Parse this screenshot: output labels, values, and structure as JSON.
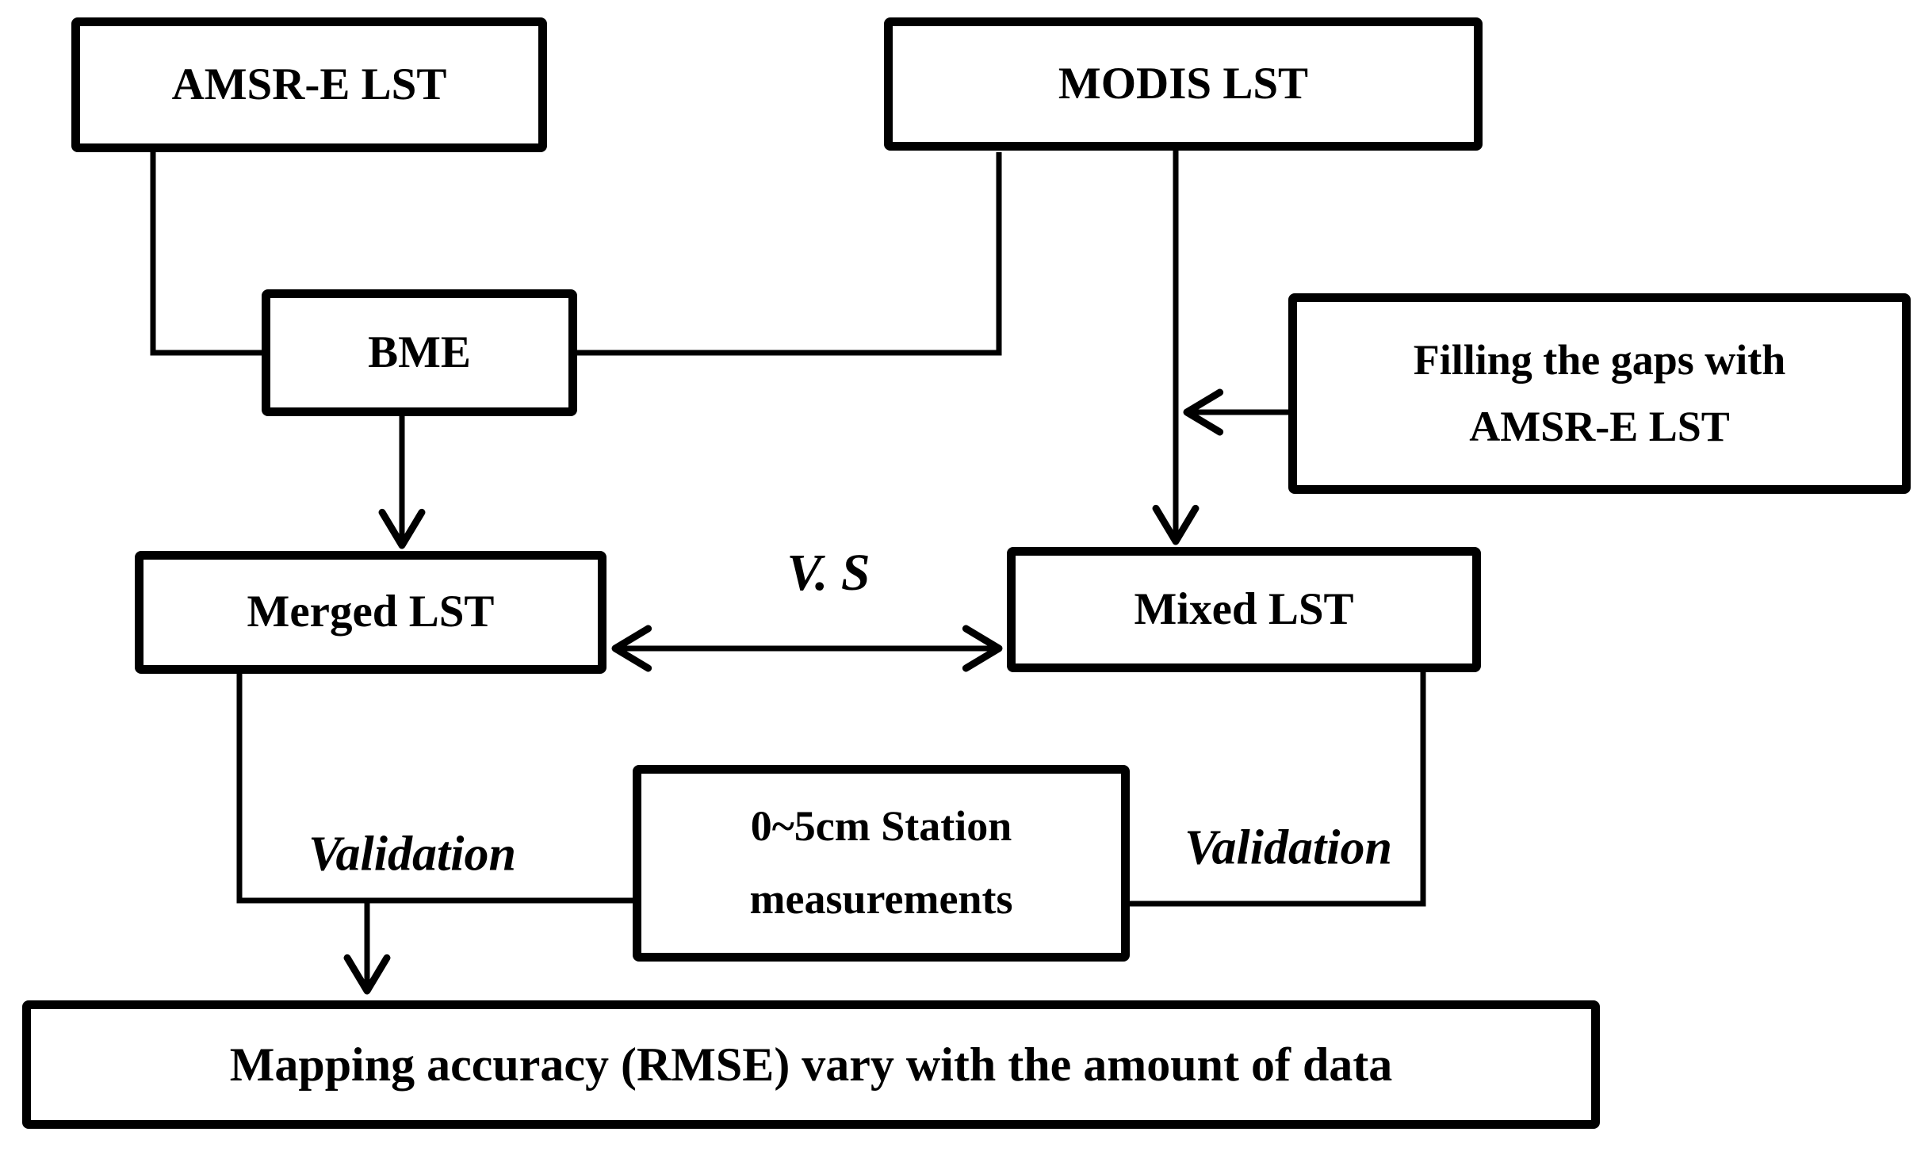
{
  "diagram": {
    "title": "LST merging and validation flowchart",
    "colors": {
      "background": "#ffffff",
      "line": "#000000",
      "text": "#000000",
      "node_fill": "#ffffff"
    },
    "nodes": {
      "amsr": {
        "label": "AMSR-E LST"
      },
      "modis": {
        "label": "MODIS LST"
      },
      "bme": {
        "label": "BME"
      },
      "filling": {
        "line1": "Filling the gaps with",
        "line2": "AMSR-E LST"
      },
      "merged": {
        "label": "Merged LST"
      },
      "mixed": {
        "label": "Mixed LST"
      },
      "station": {
        "line1": "0~5cm Station",
        "line2": "measurements"
      },
      "outcome": {
        "label": "Mapping accuracy (RMSE) vary with the amount of data"
      }
    },
    "edge_labels": {
      "vs": "V. S",
      "validation_left": "Validation",
      "validation_right": "Validation"
    },
    "edges": [
      {
        "from": "AMSR-E LST",
        "to": "BME",
        "type": "line"
      },
      {
        "from": "MODIS LST",
        "to": "BME",
        "type": "line"
      },
      {
        "from": "BME",
        "to": "Merged LST",
        "type": "arrow"
      },
      {
        "from": "MODIS LST",
        "to": "Mixed LST",
        "type": "arrow"
      },
      {
        "from": "Filling the gaps with AMSR-E LST",
        "to": "MODIS LST to Mixed LST arrow",
        "type": "arrow"
      },
      {
        "from": "Merged LST",
        "to": "Mixed LST",
        "type": "double-arrow",
        "label": "V. S"
      },
      {
        "from": "Merged LST",
        "to": "0~5cm Station measurements",
        "type": "line",
        "label": "Validation"
      },
      {
        "from": "Mixed LST",
        "to": "0~5cm Station measurements",
        "type": "line",
        "label": "Validation"
      },
      {
        "from": "Merged LST",
        "to": "Mapping accuracy (RMSE) vary with the amount of data",
        "type": "arrow"
      }
    ]
  }
}
